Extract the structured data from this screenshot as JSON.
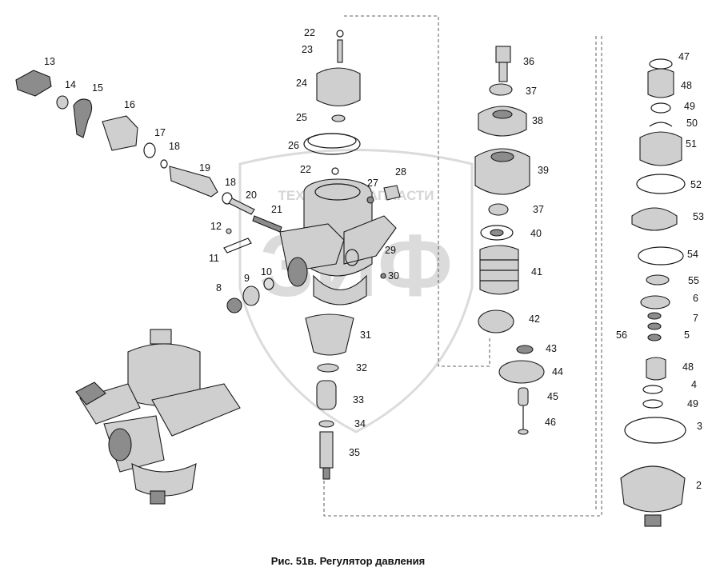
{
  "caption": "Рис. 51в. Регулятор давления",
  "watermark": {
    "text": "ТЕХНИКА И ЗАПЧАСТИ",
    "letters": "ЗИФ"
  },
  "callouts": [
    "2",
    "3",
    "4",
    "5",
    "6",
    "7",
    "8",
    "9",
    "10",
    "11",
    "12",
    "13",
    "14",
    "15",
    "16",
    "17",
    "18",
    "18",
    "19",
    "20",
    "21",
    "22",
    "22",
    "23",
    "24",
    "25",
    "26",
    "27",
    "28",
    "29",
    "30",
    "31",
    "32",
    "33",
    "34",
    "35",
    "36",
    "37",
    "37",
    "38",
    "39",
    "40",
    "41",
    "42",
    "43",
    "44",
    "45",
    "46",
    "47",
    "48",
    "48",
    "49",
    "49",
    "50",
    "51",
    "52",
    "53",
    "54",
    "55",
    "56"
  ],
  "colors": {
    "ink": "#1a1a1a",
    "part_fill": "#cfcfcf",
    "watermark": "#9a9a9a"
  }
}
